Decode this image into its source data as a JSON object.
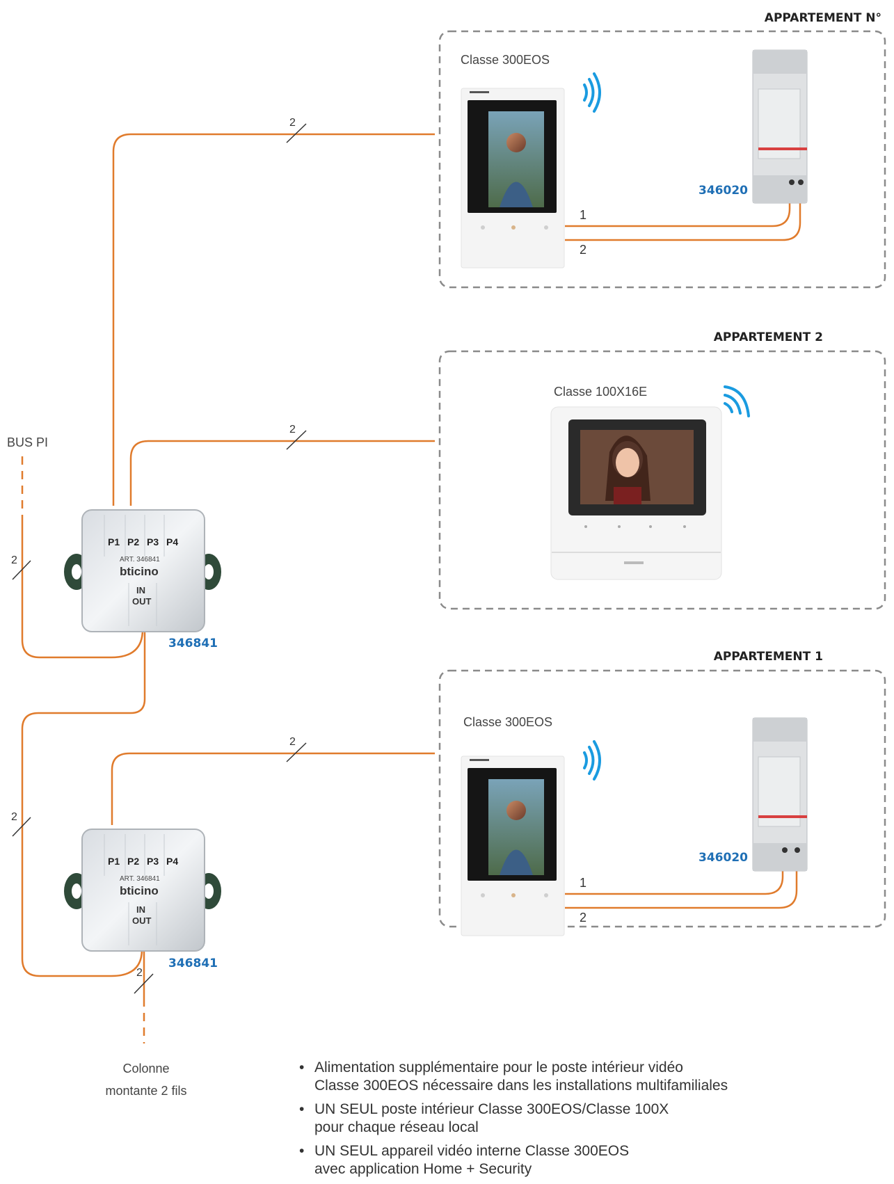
{
  "apartments": [
    {
      "title": "APPARTEMENT N°",
      "model": "Classe 300EOS",
      "psu_code": "346020",
      "wire1": "1",
      "wire2": "2"
    },
    {
      "title": "APPARTEMENT 2",
      "model": "Classe 100X16E"
    },
    {
      "title": "APPARTEMENT 1",
      "model": "Classe 300EOS",
      "psu_code": "346020",
      "wire1": "1",
      "wire2": "2"
    }
  ],
  "distributors": [
    {
      "code": "346841",
      "ports": [
        "P1",
        "P2",
        "P3",
        "P4"
      ],
      "art": "ART. 346841",
      "brand": "bticino",
      "in_label": "IN",
      "out_label": "OUT"
    },
    {
      "code": "346841",
      "ports": [
        "P1",
        "P2",
        "P3",
        "P4"
      ],
      "art": "ART. 346841",
      "brand": "bticino",
      "in_label": "IN",
      "out_label": "OUT"
    }
  ],
  "bus_label": "BUS PI",
  "riser_label": [
    "Colonne",
    "montante 2 fils"
  ],
  "wire_count": "2",
  "notes": [
    [
      "Alimentation supplémentaire pour le poste intérieur vidéo",
      "Classe 300EOS nécessaire dans les installations multifamiliales"
    ],
    [
      "UN SEUL poste intérieur Classe 300EOS/Classe 100X",
      "pour chaque réseau local"
    ],
    [
      "UN SEUL appareil vidéo interne Classe 300EOS",
      "avec application Home + Security"
    ]
  ],
  "colors": {
    "wire": "#e07b2c",
    "code": "#1f6fb5",
    "frame": "#8a8a8a",
    "wifi": "#1a9be0"
  },
  "icons": [
    "wifi-icon",
    "power-supply-icon",
    "monitor-icon",
    "distributor-icon"
  ]
}
